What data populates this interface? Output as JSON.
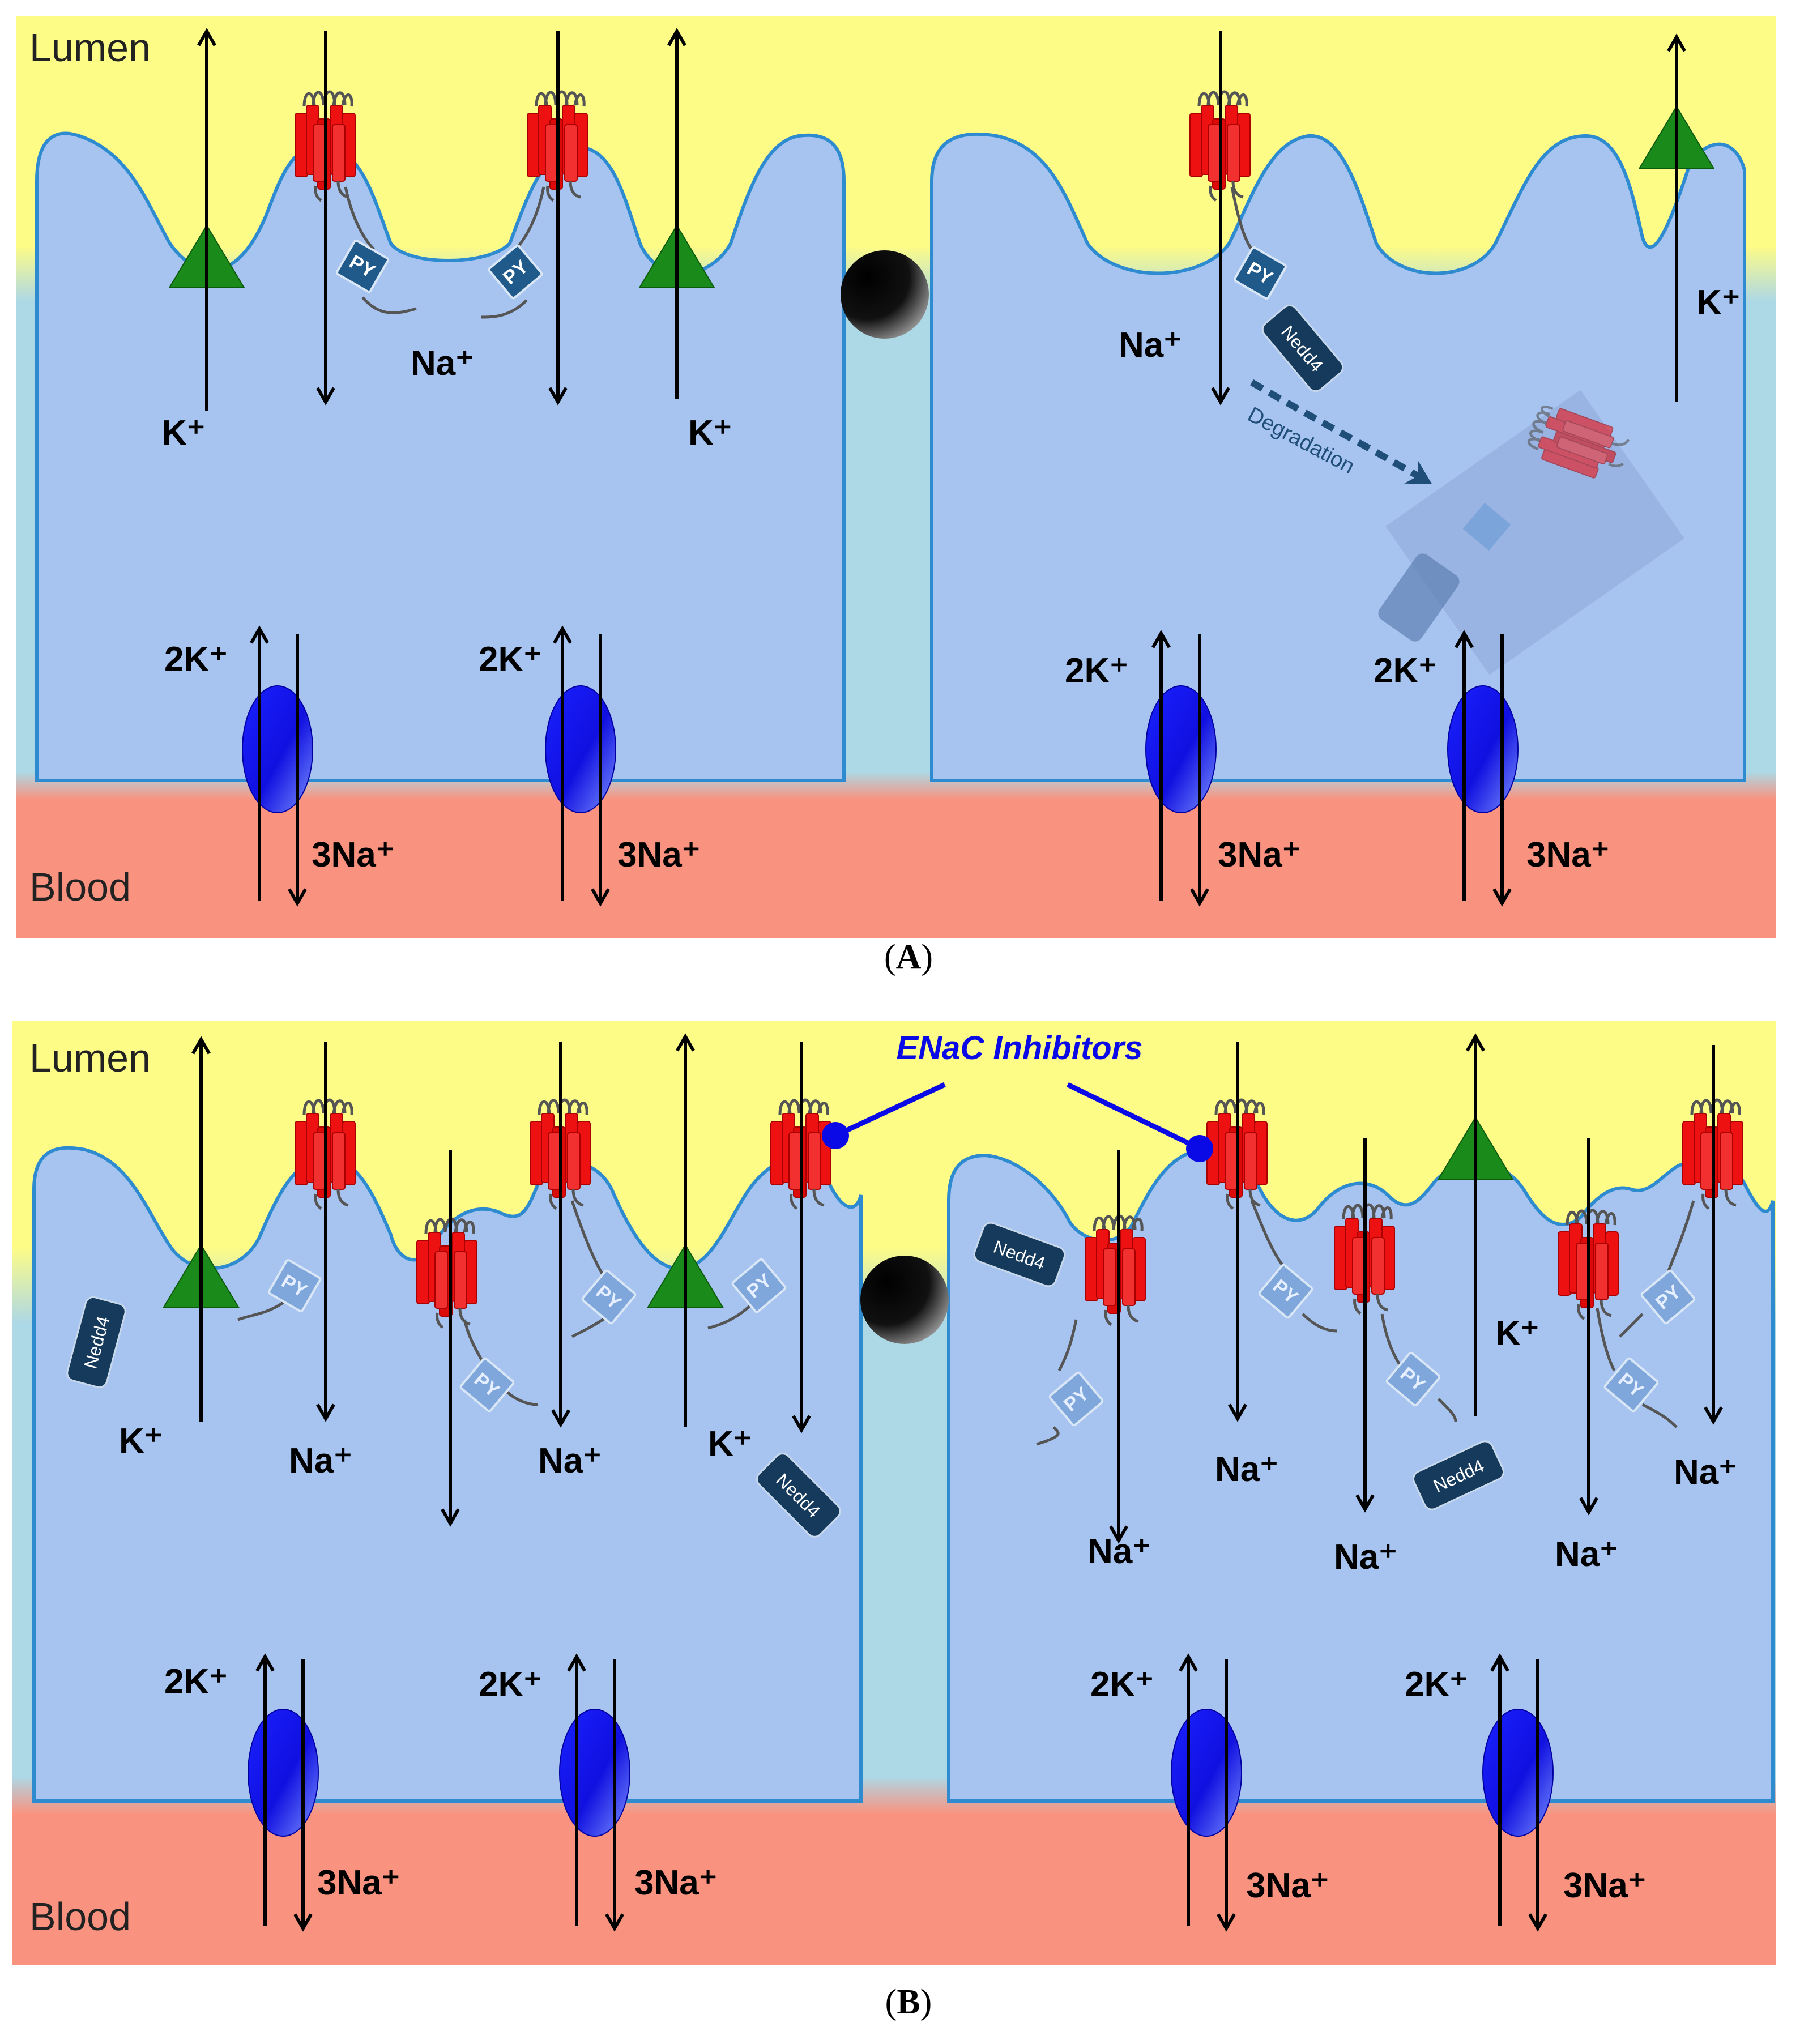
{
  "labels": {
    "lumen": "Lumen",
    "blood": "Blood",
    "k_plus": "K⁺",
    "na_plus": "Na⁺",
    "two_k_plus": "2K⁺",
    "three_na_plus": "3Na⁺",
    "py": "PY",
    "nedd4": "Nedd4",
    "degradation": "Degradation",
    "enac_inhibitors": "ENaC Inhibitors"
  },
  "captions": {
    "a": "A",
    "b": "B"
  },
  "colors": {
    "lumen": "#fdfc87",
    "interstitium": "#add8e6",
    "blood": "#f9937f",
    "cell": "#a7c4f0",
    "cell_border": "#2f8bd0",
    "enac": "#ee1111",
    "romk": "#1a8a1a",
    "pump": "#0a16f0",
    "py_box": "#1f5a8a",
    "nedd4": "#163a5c",
    "inhibitor": "#0a0ae6"
  },
  "icons": {
    "enac": "enac-channel-icon",
    "romk": "romk-channel-icon",
    "pump": "na-k-atpase-icon",
    "junction": "tight-junction-icon"
  }
}
